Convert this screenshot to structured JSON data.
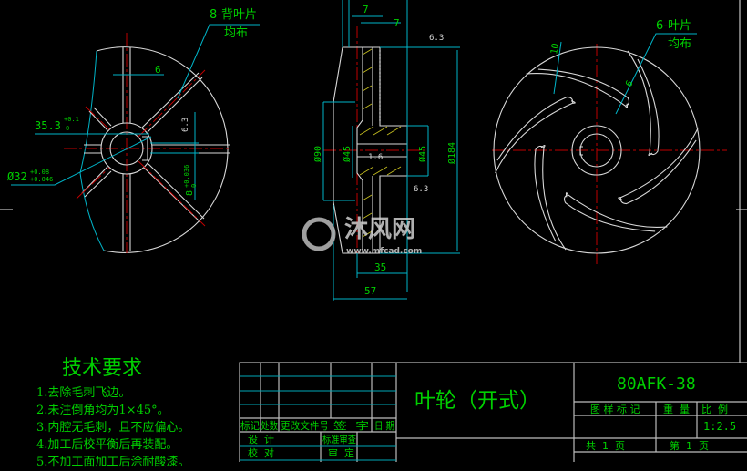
{
  "left_view": {
    "blade_note_line1": "8-背叶片",
    "blade_note_line2": "均布",
    "dim_blade_width": "6",
    "dim_keyway": "35.3",
    "dim_keyway_tol_upper": "+0.1",
    "dim_keyway_tol_lower": "0",
    "dim_bore": "Ø32",
    "dim_bore_tol_upper": "+0.08",
    "dim_bore_tol_lower": "+0.046",
    "dim_key_width": "8",
    "dim_key_tol_upper": "+0.036",
    "dim_key_tol_lower": "0",
    "roughness": "6.3"
  },
  "section_view": {
    "dim_top_1": "7",
    "dim_top_2": "7",
    "dim_d90": "Ø90",
    "dim_d45_left": "Ø45",
    "dim_d45_right": "Ø45",
    "dim_d184": "Ø184",
    "dim_35": "35",
    "dim_57": "57",
    "roughness_63": "6.3",
    "roughness_16": "1.6"
  },
  "right_view": {
    "blade_note_line1": "6-叶片",
    "blade_note_line2": "均布",
    "dim_10": "10",
    "dim_6": "6"
  },
  "watermark": {
    "brand": "沐风网",
    "url": "www.mfcad.com"
  },
  "tech_requirements": {
    "title": "技术要求",
    "items": [
      "1.去除毛刺飞边。",
      "2.未注倒角均为1×45°。",
      "3.内腔无毛刺，且不应偏心。",
      "4.加工后校平衡后再装配。",
      "5.不加工面加工后涂耐酸漆。"
    ]
  },
  "title_block": {
    "part_name": "叶轮（开式）",
    "drawing_no": "80AFK-38",
    "headers": [
      "标记",
      "处数",
      "更改文件号",
      "签  字",
      "日 期"
    ],
    "design": "设  计",
    "check": "校  对",
    "standard_review": "标准审查",
    "approve": "审  定",
    "drawing_mark": "图 样 标 记",
    "weight": "重  量",
    "scale_label": "比  例",
    "scale": "1:2.5",
    "total_sheets": "共  1  页",
    "sheet_no": "第  1  页"
  }
}
